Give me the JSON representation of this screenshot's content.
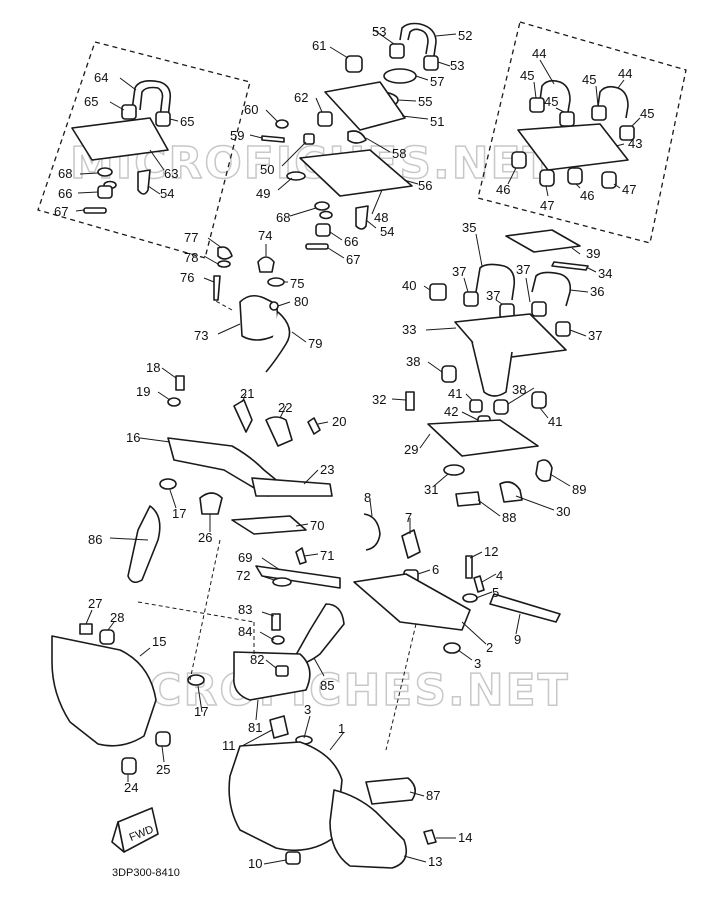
{
  "watermark": {
    "text": "MICROFICHES.NET"
  },
  "diagram_code": "3DP300-8410",
  "fwd_label": "FWD",
  "callouts": [
    {
      "id": "c1",
      "text": "1"
    },
    {
      "id": "c2",
      "text": "2"
    },
    {
      "id": "c3a",
      "text": "3"
    },
    {
      "id": "c3b",
      "text": "3"
    },
    {
      "id": "c4",
      "text": "4"
    },
    {
      "id": "c5",
      "text": "5"
    },
    {
      "id": "c6",
      "text": "6"
    },
    {
      "id": "c7",
      "text": "7"
    },
    {
      "id": "c8",
      "text": "8"
    },
    {
      "id": "c9",
      "text": "9"
    },
    {
      "id": "c10",
      "text": "10"
    },
    {
      "id": "c11",
      "text": "11"
    },
    {
      "id": "c12",
      "text": "12"
    },
    {
      "id": "c13",
      "text": "13"
    },
    {
      "id": "c14",
      "text": "14"
    },
    {
      "id": "c15",
      "text": "15"
    },
    {
      "id": "c16",
      "text": "16"
    },
    {
      "id": "c17a",
      "text": "17"
    },
    {
      "id": "c17b",
      "text": "17"
    },
    {
      "id": "c18",
      "text": "18"
    },
    {
      "id": "c19",
      "text": "19"
    },
    {
      "id": "c20",
      "text": "20"
    },
    {
      "id": "c21",
      "text": "21"
    },
    {
      "id": "c22",
      "text": "22"
    },
    {
      "id": "c23",
      "text": "23"
    },
    {
      "id": "c24",
      "text": "24"
    },
    {
      "id": "c25",
      "text": "25"
    },
    {
      "id": "c26",
      "text": "26"
    },
    {
      "id": "c27",
      "text": "27"
    },
    {
      "id": "c28",
      "text": "28"
    },
    {
      "id": "c29",
      "text": "29"
    },
    {
      "id": "c30",
      "text": "30"
    },
    {
      "id": "c31",
      "text": "31"
    },
    {
      "id": "c32",
      "text": "32"
    },
    {
      "id": "c33",
      "text": "33"
    },
    {
      "id": "c34",
      "text": "34"
    },
    {
      "id": "c35",
      "text": "35"
    },
    {
      "id": "c36",
      "text": "36"
    },
    {
      "id": "c37a",
      "text": "37"
    },
    {
      "id": "c37b",
      "text": "37"
    },
    {
      "id": "c37c",
      "text": "37"
    },
    {
      "id": "c37d",
      "text": "37"
    },
    {
      "id": "c38a",
      "text": "38"
    },
    {
      "id": "c38b",
      "text": "38"
    },
    {
      "id": "c39",
      "text": "39"
    },
    {
      "id": "c40",
      "text": "40"
    },
    {
      "id": "c41a",
      "text": "41"
    },
    {
      "id": "c41b",
      "text": "41"
    },
    {
      "id": "c42",
      "text": "42"
    },
    {
      "id": "c43",
      "text": "43"
    },
    {
      "id": "c44a",
      "text": "44"
    },
    {
      "id": "c44b",
      "text": "44"
    },
    {
      "id": "c45a",
      "text": "45"
    },
    {
      "id": "c45b",
      "text": "45"
    },
    {
      "id": "c45c",
      "text": "45"
    },
    {
      "id": "c45d",
      "text": "45"
    },
    {
      "id": "c46a",
      "text": "46"
    },
    {
      "id": "c46b",
      "text": "46"
    },
    {
      "id": "c47a",
      "text": "47"
    },
    {
      "id": "c47b",
      "text": "47"
    },
    {
      "id": "c48",
      "text": "48"
    },
    {
      "id": "c49",
      "text": "49"
    },
    {
      "id": "c50",
      "text": "50"
    },
    {
      "id": "c51",
      "text": "51"
    },
    {
      "id": "c52",
      "text": "52"
    },
    {
      "id": "c53a",
      "text": "53"
    },
    {
      "id": "c53b",
      "text": "53"
    },
    {
      "id": "c54a",
      "text": "54"
    },
    {
      "id": "c54b",
      "text": "54"
    },
    {
      "id": "c55",
      "text": "55"
    },
    {
      "id": "c56",
      "text": "56"
    },
    {
      "id": "c57",
      "text": "57"
    },
    {
      "id": "c58",
      "text": "58"
    },
    {
      "id": "c59",
      "text": "59"
    },
    {
      "id": "c60",
      "text": "60"
    },
    {
      "id": "c61",
      "text": "61"
    },
    {
      "id": "c62",
      "text": "62"
    },
    {
      "id": "c63",
      "text": "63"
    },
    {
      "id": "c64",
      "text": "64"
    },
    {
      "id": "c65a",
      "text": "65"
    },
    {
      "id": "c65b",
      "text": "65"
    },
    {
      "id": "c66a",
      "text": "66"
    },
    {
      "id": "c66b",
      "text": "66"
    },
    {
      "id": "c67a",
      "text": "67"
    },
    {
      "id": "c67b",
      "text": "67"
    },
    {
      "id": "c68a",
      "text": "68"
    },
    {
      "id": "c68b",
      "text": "68"
    },
    {
      "id": "c69",
      "text": "69"
    },
    {
      "id": "c70",
      "text": "70"
    },
    {
      "id": "c71",
      "text": "71"
    },
    {
      "id": "c72",
      "text": "72"
    },
    {
      "id": "c73",
      "text": "73"
    },
    {
      "id": "c74",
      "text": "74"
    },
    {
      "id": "c75",
      "text": "75"
    },
    {
      "id": "c76",
      "text": "76"
    },
    {
      "id": "c77",
      "text": "77"
    },
    {
      "id": "c78",
      "text": "78"
    },
    {
      "id": "c79",
      "text": "79"
    },
    {
      "id": "c80",
      "text": "80"
    },
    {
      "id": "c81",
      "text": "81"
    },
    {
      "id": "c82",
      "text": "82"
    },
    {
      "id": "c83",
      "text": "83"
    },
    {
      "id": "c84",
      "text": "84"
    },
    {
      "id": "c85",
      "text": "85"
    },
    {
      "id": "c86",
      "text": "86"
    },
    {
      "id": "c87",
      "text": "87"
    },
    {
      "id": "c88",
      "text": "88"
    },
    {
      "id": "c89",
      "text": "89"
    }
  ]
}
